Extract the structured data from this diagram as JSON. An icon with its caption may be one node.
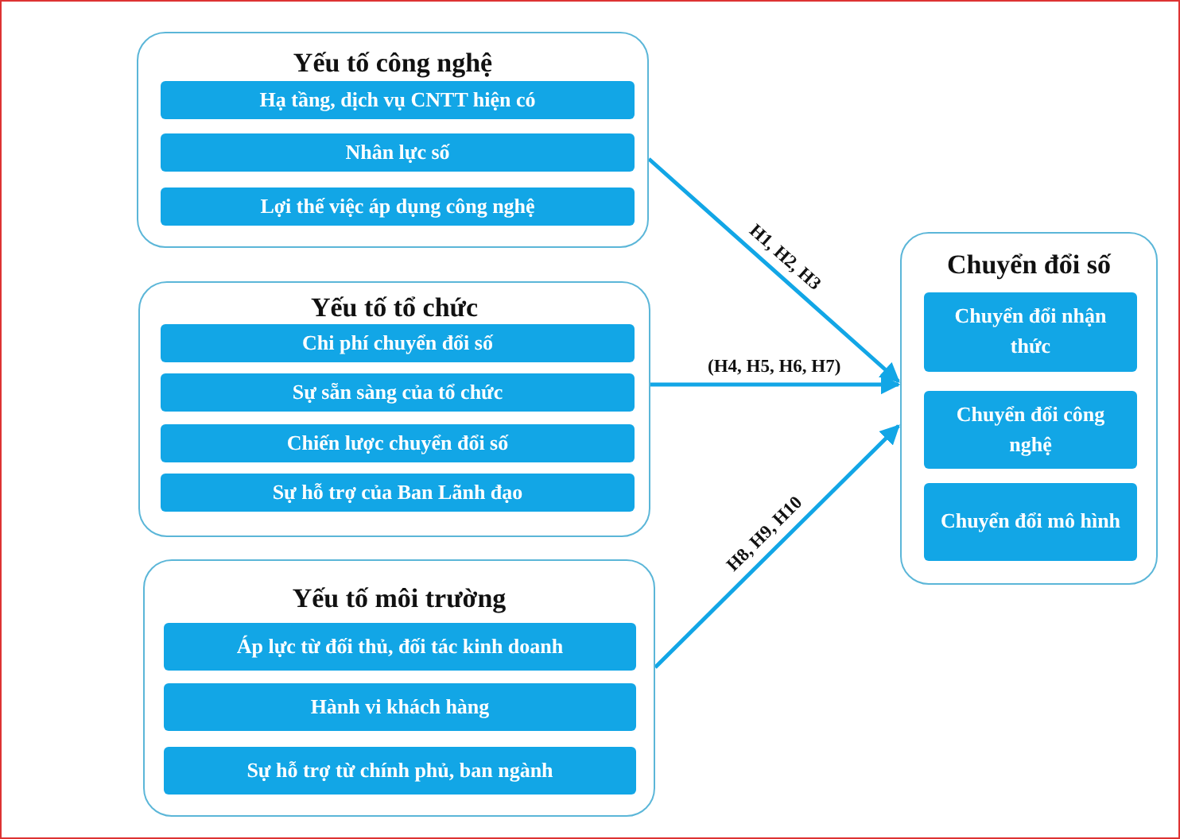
{
  "diagram": {
    "nodes": [
      {
        "text": [
          "Yếu tố công nghệ"
        ]
      },
      {
        "text": [
          "Hạ tầng, dịch vụ CNTT hiện có"
        ],
        "in": 0
      },
      {
        "text": [
          "Nhân lực số"
        ],
        "in": 0
      },
      {
        "text": [
          "Lợi thế việc áp dụng công nghệ"
        ],
        "in": 0
      },
      {
        "text": [
          "Yếu tố tổ chức"
        ]
      },
      {
        "text": [
          "Chi phí chuyển đổi số"
        ],
        "in": 4
      },
      {
        "text": [
          "Sự sẵn sàng của tổ chức"
        ],
        "in": 4
      },
      {
        "text": [
          "Chiến lược chuyển đổi số"
        ],
        "in": 4
      },
      {
        "text": [
          "Sự hỗ trợ của Ban Lãnh đạo"
        ],
        "in": 4
      },
      {
        "text": [
          "Yếu tố môi trường"
        ]
      },
      {
        "text": [
          "Áp lực từ đối thủ, đối tác kinh doanh"
        ],
        "in": 9
      },
      {
        "text": [
          "Hành vi khách hàng"
        ],
        "in": 9
      },
      {
        "text": [
          "Sự hỗ trợ từ chính phủ, ban ngành"
        ],
        "in": 9
      },
      {
        "text": [
          "Chuyển đổi số"
        ]
      },
      {
        "text": [
          "Chuyển đổi nhận thức"
        ],
        "in": 13
      },
      {
        "text": [
          "Chuyển đổi công nghệ"
        ],
        "in": 13
      },
      {
        "text": [
          "Chuyển đổi mô hình"
        ],
        "in": 13
      }
    ],
    "edges": [
      {
        "from": 0,
        "to": 13,
        "arrow": "to",
        "label": "H1, H2, H3"
      },
      {
        "from": 4,
        "to": 13,
        "arrow": "to",
        "label": "(H4, H5, H6, H7)"
      },
      {
        "from": 9,
        "to": 13,
        "arrow": "to",
        "label": "H8, H9, H10"
      }
    ]
  }
}
